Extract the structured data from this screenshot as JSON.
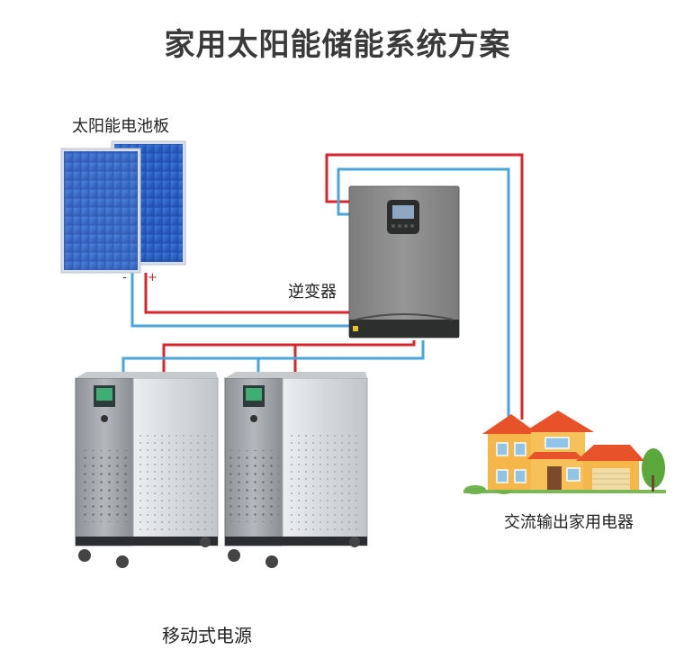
{
  "title": "家用太阳能储能系统方案",
  "labels": {
    "solar_panel": "太阳能电池板",
    "inverter": "逆变器",
    "ac_output": "交流输出家用电器",
    "mobile_power": "移动式电源",
    "minus": "-",
    "plus": "+"
  },
  "colors": {
    "positive_wire": "#d8262e",
    "negative_wire": "#4aa6d8",
    "panel_blue": "#2a5fc4",
    "inverter_gray": "#8a8b8a",
    "house_wall": "#f5b74a",
    "house_roof": "#e8522a"
  }
}
